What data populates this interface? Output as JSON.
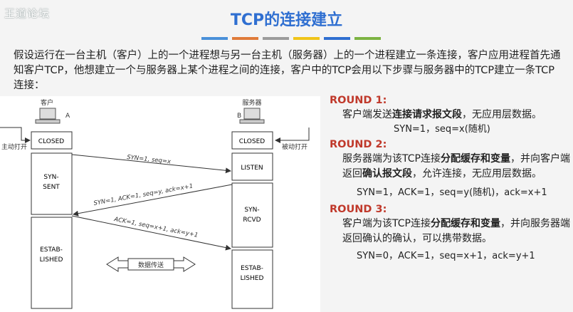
{
  "watermark": "王道论坛",
  "title": "TCP的连接建立",
  "stripe_colors": [
    "#4a90d9",
    "#e07b3a",
    "#9b9b9b",
    "#f0c419",
    "#2f6fd1",
    "#7cb342"
  ],
  "intro": "假设运行在一台主机（客户）上的一个进程想与另一台主机（服务器）上的一个进程建立一条连接，客户应用进程首先通知客户TCP，他想建立一个与服务器上某个进程之间的连接，客户中的TCP会用以下步骤与服务器中的TCP建立一条TCP连接：",
  "diagram": {
    "client_label": "客户",
    "client_letter": "A",
    "server_label": "服务器",
    "server_letter": "B",
    "active_open": "主动打开",
    "passive_open": "被动打开",
    "client_states": [
      "CLOSED",
      "SYN-",
      "SENT",
      "ESTAB-",
      "LISHED"
    ],
    "server_states": [
      "CLOSED",
      "LISTEN",
      "SYN-",
      "RCVD",
      "ESTAB-",
      "LISHED"
    ],
    "msg1": "SYN=1, seq=x",
    "msg2": "SYN=1, ACK=1, seq=y, ack=x+1",
    "msg3": "ACK=1, seq=x+1, ack=y+1",
    "data_transfer": "数据传送"
  },
  "rounds": [
    {
      "label": "ROUND 1:",
      "pre": "客户端发送",
      "bold": "连接请求报文段",
      "post": "，无应用层数据。",
      "formula": "SYN=1，seq=x(随机)"
    },
    {
      "label": "ROUND 2:",
      "pre": "服务器端为该TCP连接",
      "bold": "分配缓存和变量",
      "mid": "，并向客户端返回",
      "bold2": "确认报文段",
      "post": "，允许连接，无应用层数据。",
      "formula": "SYN=1，ACK=1，seq=y(随机)，ack=x+1"
    },
    {
      "label": "ROUND 3:",
      "pre": "客户端为该TCP连接",
      "bold": "分配缓存和变量",
      "post": "，并向服务器端返回确认的确认，可以携带数据。",
      "formula": "SYN=0，ACK=1，seq=x+1，ack=y+1"
    }
  ]
}
